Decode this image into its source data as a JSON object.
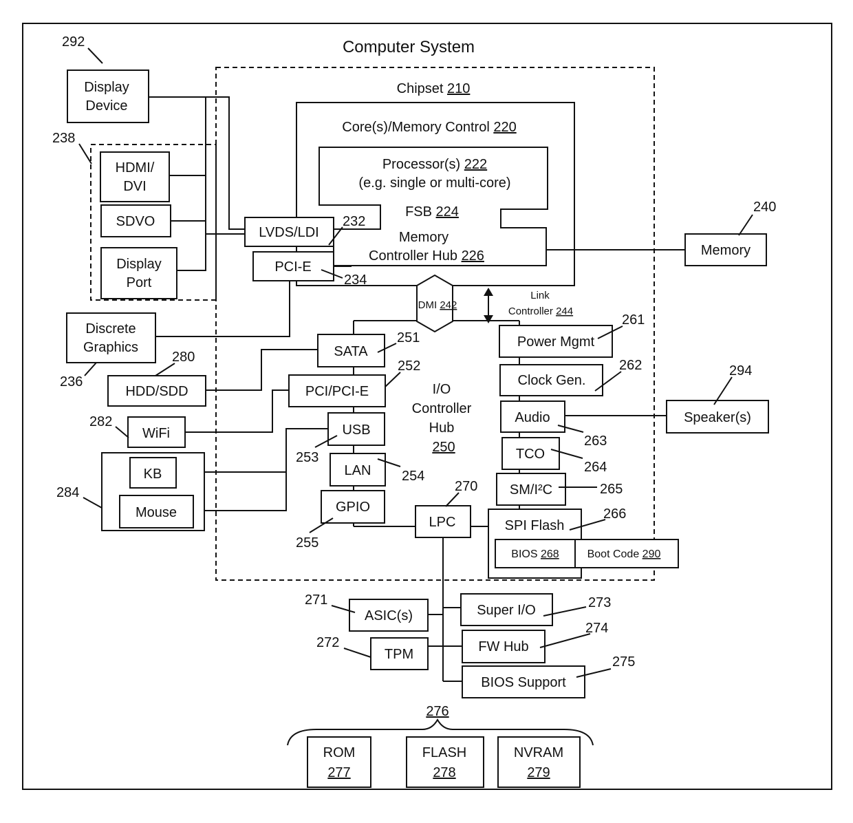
{
  "title": "Computer System",
  "refs": {
    "r292": "292",
    "r238": "238",
    "r236": "236",
    "r280": "280",
    "r282": "282",
    "r284": "284",
    "r232": "232",
    "r234": "234",
    "r240": "240",
    "r251": "251",
    "r252": "252",
    "r253": "253",
    "r254": "254",
    "r255": "255",
    "r261": "261",
    "r262": "262",
    "r263": "263",
    "r264": "264",
    "r265": "265",
    "r266": "266",
    "r270": "270",
    "r271": "271",
    "r272": "272",
    "r273": "273",
    "r274": "274",
    "r275": "275",
    "r294": "294"
  },
  "chipset": {
    "label": "Chipset",
    "ref": "210"
  },
  "core_memory_control": {
    "label": "Core(s)/Memory Control",
    "ref": "220"
  },
  "processor": {
    "label": "Processor(s)",
    "ref": "222",
    "subtitle": "(e.g. single or multi-core)"
  },
  "fsb": {
    "label": "FSB",
    "ref": "224"
  },
  "memory_controller_hub": {
    "line1": "Memory",
    "line2": "Controller Hub",
    "ref": "226"
  },
  "dmi": {
    "label": "DMI",
    "ref": "242"
  },
  "link_controller": {
    "line1": "Link",
    "line2": "Controller",
    "ref": "244"
  },
  "ich": {
    "line1": "I/O",
    "line2": "Controller",
    "line3": "Hub",
    "ref": "250"
  },
  "boxes": {
    "display_device": [
      "Display",
      "Device"
    ],
    "hdmi_dvi": [
      "HDMI/",
      "DVI"
    ],
    "sdvo": "SDVO",
    "display_port": [
      "Display",
      "Port"
    ],
    "discrete_graphics": [
      "Discrete",
      "Graphics"
    ],
    "hdd_sdd": "HDD/SDD",
    "wifi": "WiFi",
    "kb": "KB",
    "mouse": "Mouse",
    "lvds": "LVDS/LDI",
    "pcie": "PCI-E",
    "memory": "Memory",
    "sata": "SATA",
    "pci_pcie": "PCI/PCI-E",
    "usb": "USB",
    "lan": "LAN",
    "gpio": "GPIO",
    "power_mgmt": "Power Mgmt",
    "clock_gen": "Clock Gen.",
    "audio": "Audio",
    "tco": "TCO",
    "sm_i2c": "SM/I²C",
    "spi_flash": "SPI Flash",
    "bios": {
      "label": "BIOS",
      "ref": "268"
    },
    "boot_code": {
      "label": "Boot Code",
      "ref": "290"
    },
    "lpc": "LPC",
    "speakers": "Speaker(s)",
    "asic": "ASIC(s)",
    "tpm": "TPM",
    "super_io": "Super I/O",
    "fw_hub": "FW Hub",
    "bios_support": "BIOS Support"
  },
  "rom_group": {
    "ref": "276"
  },
  "rom": {
    "label": "ROM",
    "ref": "277"
  },
  "flash": {
    "label": "FLASH",
    "ref": "278"
  },
  "nvram": {
    "label": "NVRAM",
    "ref": "279"
  }
}
